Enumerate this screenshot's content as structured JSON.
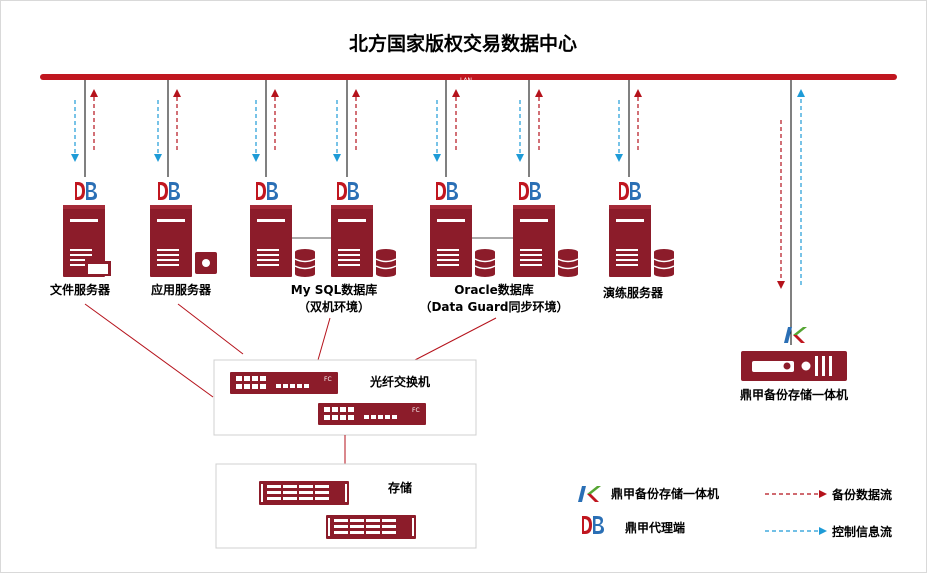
{
  "title": "北方国家版权交易数据中心",
  "lan_label": "LAN",
  "servers": {
    "file": "文件服务器",
    "app": "应用服务器",
    "mysql_line1": "My SQL数据库",
    "mysql_line2": "（双机环境）",
    "oracle_line1": "Oracle数据库",
    "oracle_line2": "（Data Guard同步环境）",
    "drill": "演练服务器"
  },
  "switch_label": "光纤交换机",
  "fc_label": "FC",
  "storage_label": "存储",
  "appliance_label": "鼎甲备份存储一体机",
  "legend": {
    "appliance": "鼎甲备份存储一体机",
    "agent": "鼎甲代理端",
    "backup_flow": "备份数据流",
    "control_flow": "控制信息流"
  },
  "colors": {
    "brand_red": "#8c1c2a",
    "lan_red": "#c0161f",
    "arrow_red": "#b5121b",
    "arrow_blue": "#1e9bd7",
    "agent_blue": "#2a6fb5",
    "logo_green": "#55a532"
  }
}
